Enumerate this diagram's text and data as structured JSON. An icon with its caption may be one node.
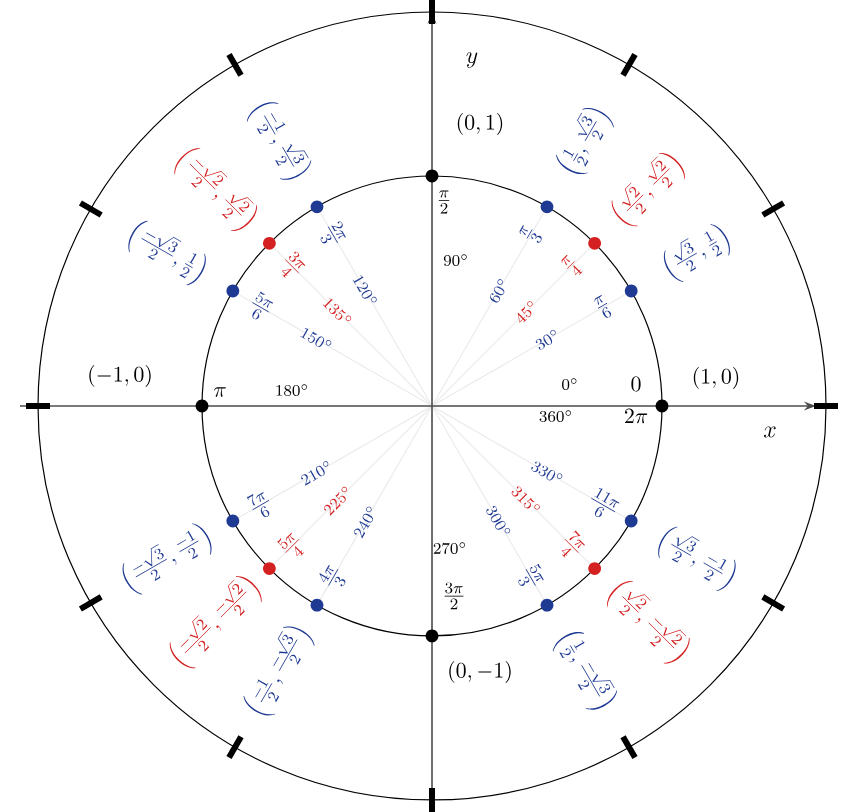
{
  "diagram": {
    "labels": [
      "(1,0)",
      "0",
      "2\\pi",
      "0^\\circ",
      "360^\\circ",
      "\\left(\\frac{\\sqrt{3}}{2},\\frac{1}{2}\\right)",
      "\\frac{\\pi}{6}",
      "30^\\circ",
      "\\left(\\frac{\\sqrt{2}}{2},\\frac{\\sqrt{2}}{2}\\right)",
      "\\frac{\\pi}{4}",
      "45^\\circ",
      "\\left(\\frac{1}{2},\\frac{\\sqrt{3}}{2}\\right)",
      "\\frac{\\pi}{3}",
      "60^\\circ",
      "(0,1)",
      "\\frac{\\pi}{2}",
      "90^\\circ",
      "\\left(\\frac{-1}{2},\\frac{\\sqrt{3}}{2}\\right)",
      "\\frac{2\\pi}{3}",
      "120^\\circ",
      "\\left(\\frac{-\\sqrt{2}}{2},\\frac{\\sqrt{2}}{2}\\right)",
      "\\frac{3\\pi}{4}",
      "135^\\circ",
      "\\left(\\frac{-\\sqrt{3}}{2},\\frac{1}{2}\\right)",
      "\\frac{5\\pi}{6}",
      "150^\\circ",
      "(-1,0)",
      "\\pi",
      "180^\\circ",
      "\\left(\\frac{-\\sqrt{3}}{2},\\frac{-1}{2}\\right)",
      "\\frac{7\\pi}{6}",
      "210^\\circ",
      "\\left(\\frac{-\\sqrt{2}}{2},\\frac{-\\sqrt{2}}{2}\\right)",
      "\\frac{5\\pi}{4}",
      "225^\\circ",
      "\\left(\\frac{-1}{2},\\frac{-\\sqrt{3}}{2}\\right)",
      "\\frac{4\\pi}{3}",
      "240^\\circ",
      "(0,-1)",
      "\\frac{3\\pi}{2}",
      "270^\\circ",
      "\\left(\\frac{1}{2},\\frac{-\\sqrt{3}}{2}\\right)",
      "\\frac{5\\pi}{3}",
      "300^\\circ",
      "\\left(\\frac{\\sqrt{2}}{2},\\frac{-\\sqrt{2}}{2}\\right)",
      "\\frac{7\\pi}{4}",
      "315^\\circ",
      "\\left(\\frac{\\sqrt{3}}{2},\\frac{-1}{2}\\right)",
      "\\frac{11\\pi}{6}",
      "330^\\circ",
      "x",
      "y"
    ]
  }
}
